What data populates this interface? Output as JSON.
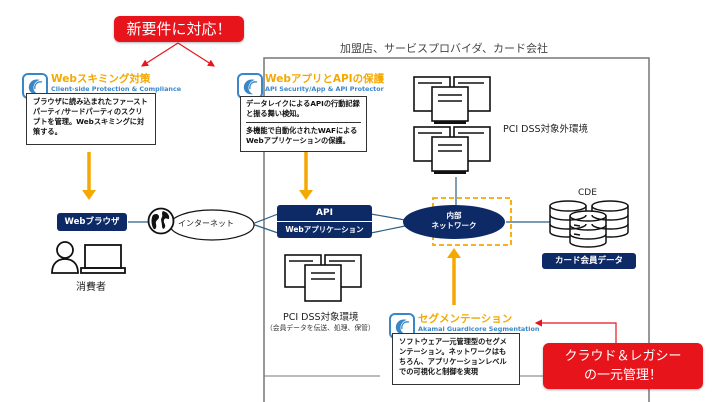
{
  "callouts": {
    "new_requirements": "新要件に対応！",
    "unified_line1": "クラウド＆レガシー",
    "unified_line2": "の一元管理！"
  },
  "zone": {
    "title": "加盟店、サービスプロバイダ、カード会社"
  },
  "products": {
    "web_skimming": {
      "title": "Webスキミング対策",
      "subtitle": "Client-side Protection & Compliance",
      "description": "ブラウザに読み込まれたファーストパーティ/サードパーティのスクリプトを管理。Webスキミングに対策する。"
    },
    "api_security": {
      "title": "WebアプリとAPIの保護",
      "subtitle": "API Security/App & API Protector",
      "description_1": "データレイクによるAPIの行動記録と振る舞い検知。",
      "description_2": "多機能で自動化されたWAFによるWebアプリケーションの保護。"
    },
    "segmentation": {
      "title": "セグメンテーション",
      "subtitle": "Akamai Guardicore Segmentation",
      "description": "ソフトウェア一元管理型のセグメンテーション。ネットワークはもちろん、アプリケーションレベルでの可視化と制御を実現"
    }
  },
  "nodes": {
    "browser": "Webブラウザ",
    "consumer": "消費者",
    "internet": "インターネット",
    "api": "API",
    "webapp": "Webアプリケーション",
    "internal_network_1": "内部",
    "internal_network_2": "ネットワーク",
    "out_of_scope": "PCI DSS対象外環境",
    "in_scope": "PCI DSS対象環境",
    "in_scope_note": "（会員データを伝送、処理、保管）",
    "cde": "CDE",
    "card_data": "カード会員データ"
  },
  "colors": {
    "callout_red": "#e8141c",
    "navy": "#0d2a66",
    "accent_orange": "#f5a800",
    "accent_blue": "#3a87c8",
    "line_blue": "#2b5f86"
  }
}
